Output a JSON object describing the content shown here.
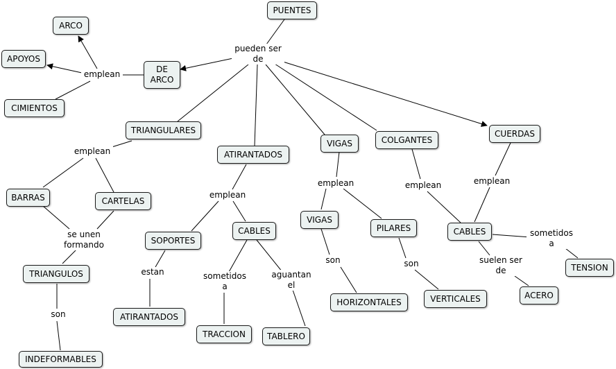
{
  "concepts": {
    "puentes": "PUENTES",
    "arco": "ARCO",
    "apoyos": "APOYOS",
    "de_arco": "DE\nARCO",
    "cimientos": "CIMIENTOS",
    "triangulares": "TRIANGULARES",
    "atirantados": "ATIRANTADOS",
    "vigas_top": "VIGAS",
    "colgantes": "COLGANTES",
    "cuerdas": "CUERDAS",
    "barras": "BARRAS",
    "cartelas": "CARTELAS",
    "soportes": "SOPORTES",
    "cables_atir": "CABLES",
    "vigas_sub": "VIGAS",
    "pilares": "PILARES",
    "cables_cuerdas": "CABLES",
    "tension": "TENSION",
    "triangulos": "TRIANGULOS",
    "atirantados_sub": "ATIRANTADOS",
    "traccion": "TRACCION",
    "tablero": "TABLERO",
    "horizontales": "HORIZONTALES",
    "verticales": "VERTICALES",
    "acero": "ACERO",
    "indeformables": "INDEFORMABLES"
  },
  "links": {
    "pueden_ser_de": "pueden ser\nde",
    "emplean_arco": "emplean",
    "emplean_triang": "emplean",
    "emplean_atir": "emplean",
    "emplean_vigas": "emplean",
    "emplean_colg": "emplean",
    "emplean_cuerdas": "emplean",
    "se_unen_formando": "se unen\nformando",
    "estan": "estan",
    "sometidos_atir": "sometidos\na",
    "aguantan_el": "aguantan\nel",
    "son_vigas": "son",
    "son_pilares": "son",
    "sometidos_cables": "sometidos\na",
    "suelen_ser_de": "suelen ser\nde",
    "son_triang": "son"
  }
}
